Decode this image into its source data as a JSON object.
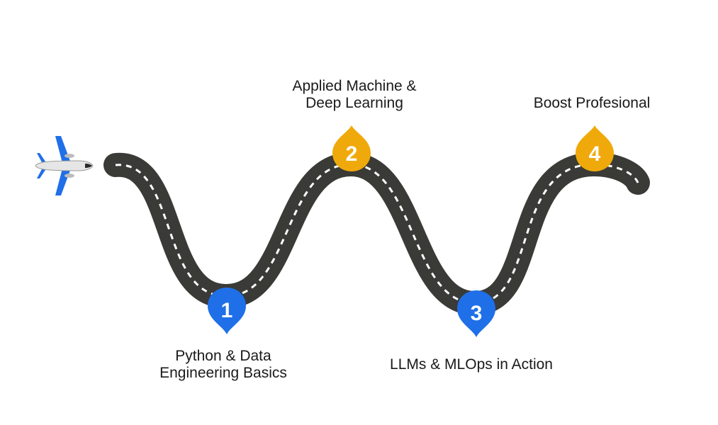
{
  "milestones": [
    {
      "number": "1",
      "lines": [
        "Python & Data",
        "Engineering Basics"
      ],
      "color": "#1f6fe8"
    },
    {
      "number": "2",
      "lines": [
        "Applied Machine &",
        "Deep Learning"
      ],
      "color": "#f0a90a"
    },
    {
      "number": "3",
      "lines": [
        "LLMs & MLOps in Action"
      ],
      "color": "#1f6fe8"
    },
    {
      "number": "4",
      "lines": [
        "Boost Profesional"
      ],
      "color": "#f0a90a"
    }
  ],
  "colors": {
    "road": "#3a3a37",
    "road_dash": "#ffffff",
    "airplane_body": "#e6e6e6",
    "airplane_wing": "#1f6fe8"
  },
  "icons": {
    "start": "airplane-icon",
    "marker": "map-pin-icon"
  }
}
